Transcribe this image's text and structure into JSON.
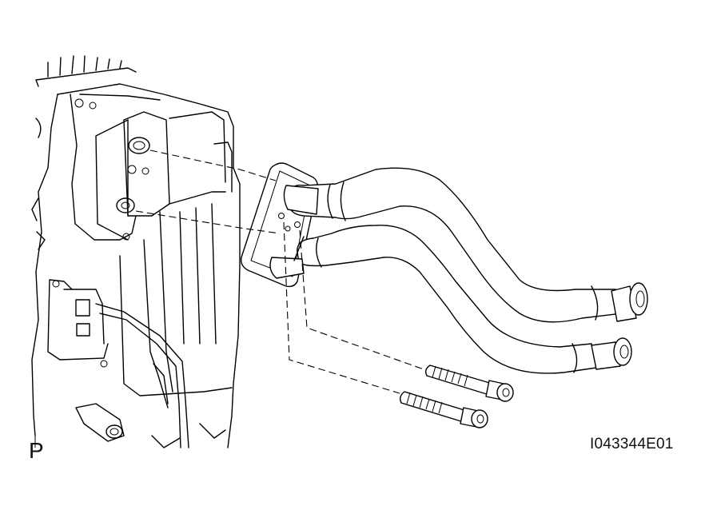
{
  "diagram": {
    "view_label": "P",
    "figure_code": "I043344E01",
    "parts": [
      "heater-unit-housing",
      "heater-core-pipe-assembly",
      "flange-plate",
      "mounting-bolt-upper",
      "mounting-bolt-lower"
    ],
    "line_color": "#000000",
    "background_color": "#ffffff"
  }
}
